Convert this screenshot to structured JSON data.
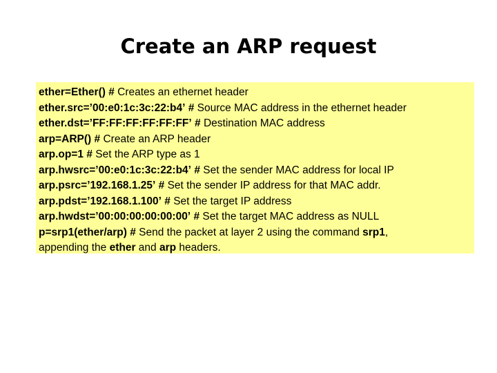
{
  "slide": {
    "title": "Create an ARP request",
    "background_color": "#ffffff",
    "code_block": {
      "background_color": "#ffff99",
      "text_color": "#000000",
      "lines": [
        {
          "command": "ether=Ether()",
          "hash": "#",
          "comment": "Creates an ethernet header"
        },
        {
          "command": "ether.src=’00:e0:1c:3c:22:b4’",
          "hash": "#",
          "comment": "Source MAC address in the ethernet header"
        },
        {
          "command": "ether.dst=’FF:FF:FF:FF:FF:FF’",
          "hash": "#",
          "comment": "Destination MAC address"
        },
        {
          "command": "arp=ARP()",
          "hash": "#",
          "comment": "Create an ARP header"
        },
        {
          "command": "arp.op=1",
          "hash": "#",
          "comment": "Set the ARP type as 1"
        },
        {
          "command": "arp.hwsrc=’00:e0:1c:3c:22:b4’",
          "hash": "#",
          "comment": "Set the sender MAC address for local IP"
        },
        {
          "command": "arp.psrc=’192.168.1.25’",
          "hash": "#",
          "comment": "Set the sender IP address for that MAC addr."
        },
        {
          "command": "arp.pdst=’192.168.1.100’",
          "hash": "#",
          "comment": "Set the target IP address"
        },
        {
          "command": "arp.hwdst=’00:00:00:00:00:00’",
          "hash": "#",
          "comment": "Set the target MAC address as NULL"
        },
        {
          "command": "p=srp1(ether/arp)",
          "hash": "#",
          "comment": "Send the packet at layer 2 using the command ",
          "comment_bold": "srp1",
          "comment_tail": ","
        },
        {
          "wrap_prefix": "appending the ",
          "wrap_bold1": "ether",
          "wrap_mid": " and ",
          "wrap_bold2": "arp",
          "wrap_tail": " headers."
        }
      ]
    }
  }
}
